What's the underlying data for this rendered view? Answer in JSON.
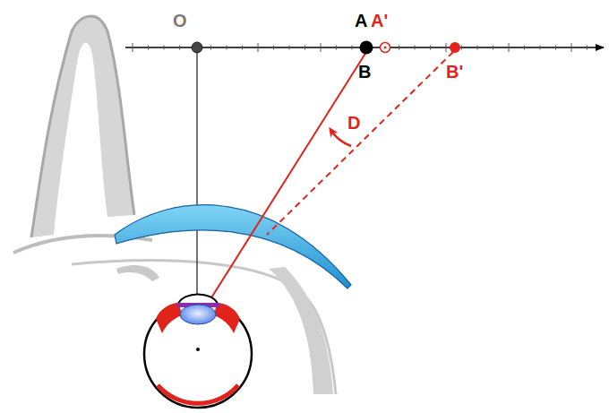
{
  "diagram": {
    "labels": [
      "O",
      "A",
      "A'",
      "B",
      "B'",
      "D"
    ]
  }
}
